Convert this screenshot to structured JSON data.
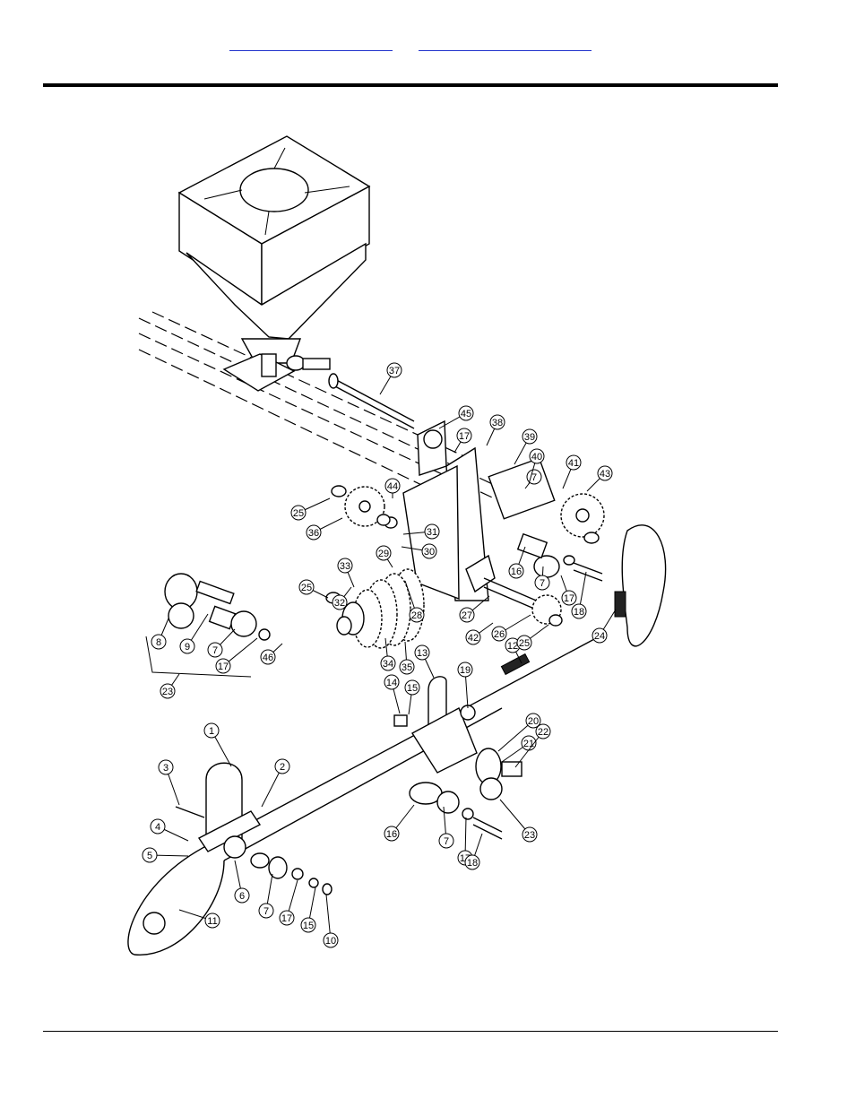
{
  "header": {
    "link_left": "",
    "link_right": ""
  },
  "callouts": [
    "1",
    "2",
    "3",
    "4",
    "5",
    "6",
    "7",
    "7",
    "7",
    "7",
    "7",
    "8",
    "9",
    "10",
    "11",
    "12",
    "13",
    "14",
    "15",
    "15",
    "16",
    "16",
    "17",
    "17",
    "17",
    "17",
    "17",
    "18",
    "18",
    "19",
    "20",
    "21",
    "22",
    "23",
    "23",
    "24",
    "25",
    "25",
    "25",
    "26",
    "27",
    "28",
    "29",
    "30",
    "31",
    "32",
    "33",
    "34",
    "35",
    "36",
    "37",
    "38",
    "39",
    "40",
    "41",
    "42",
    "43",
    "44",
    "45",
    "46"
  ]
}
